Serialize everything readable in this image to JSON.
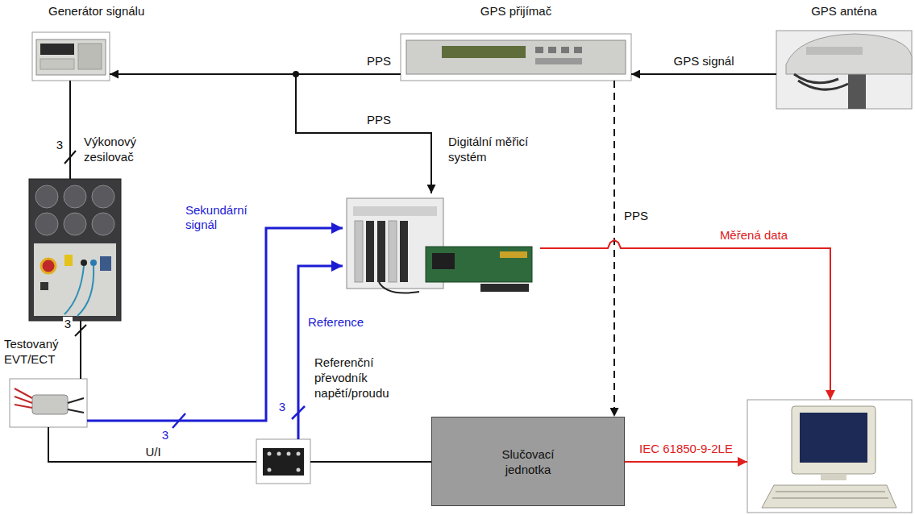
{
  "diagram": {
    "nodes": [
      {
        "text": [
          "Generátor signálu"
        ]
      },
      {
        "text": [
          "GPS přijímač"
        ]
      },
      {
        "text": [
          "GPS anténa"
        ]
      },
      {
        "text": [
          "Výkonový zesilovač"
        ]
      },
      {
        "text": [
          "Digitální měřicí systém"
        ]
      },
      {
        "text": [
          "Testovaný EVT/ECT"
        ]
      },
      {
        "text": [
          "Referenční převodník napětí/proudu"
        ]
      },
      {
        "text": [
          "Slučovací jednotka"
        ]
      },
      {
        "text": []
      }
    ],
    "edges": [
      {
        "from": 2,
        "to": 1,
        "label": "GPS signál",
        "arrow": "to"
      },
      {
        "from": 1,
        "to": 0,
        "label": "PPS",
        "arrow": "to"
      },
      {
        "from": 1,
        "to": 4,
        "label": "PPS",
        "arrow": "to"
      },
      {
        "from": 1,
        "to": 7,
        "label": "PPS",
        "arrow": "to"
      },
      {
        "from": 0,
        "to": 3,
        "label": "3",
        "arrow": "none"
      },
      {
        "from": 3,
        "to": 5,
        "label": "3",
        "arrow": "none"
      },
      {
        "from": 5,
        "to": 4,
        "label": "Sekundární signál",
        "arrow": "to"
      },
      {
        "from": 6,
        "to": 4,
        "label": "Reference",
        "arrow": "to"
      },
      {
        "from": 5,
        "to": 6,
        "label": "U/I",
        "arrow": "none"
      },
      {
        "from": 6,
        "to": 7,
        "arrow": "none"
      },
      {
        "from": 4,
        "to": 8,
        "label": "Měřená data",
        "arrow": "to"
      },
      {
        "from": 7,
        "to": 8,
        "label": "IEC 61850-9-2LE",
        "arrow": "to"
      }
    ],
    "labels": [
      "3",
      "3"
    ]
  }
}
